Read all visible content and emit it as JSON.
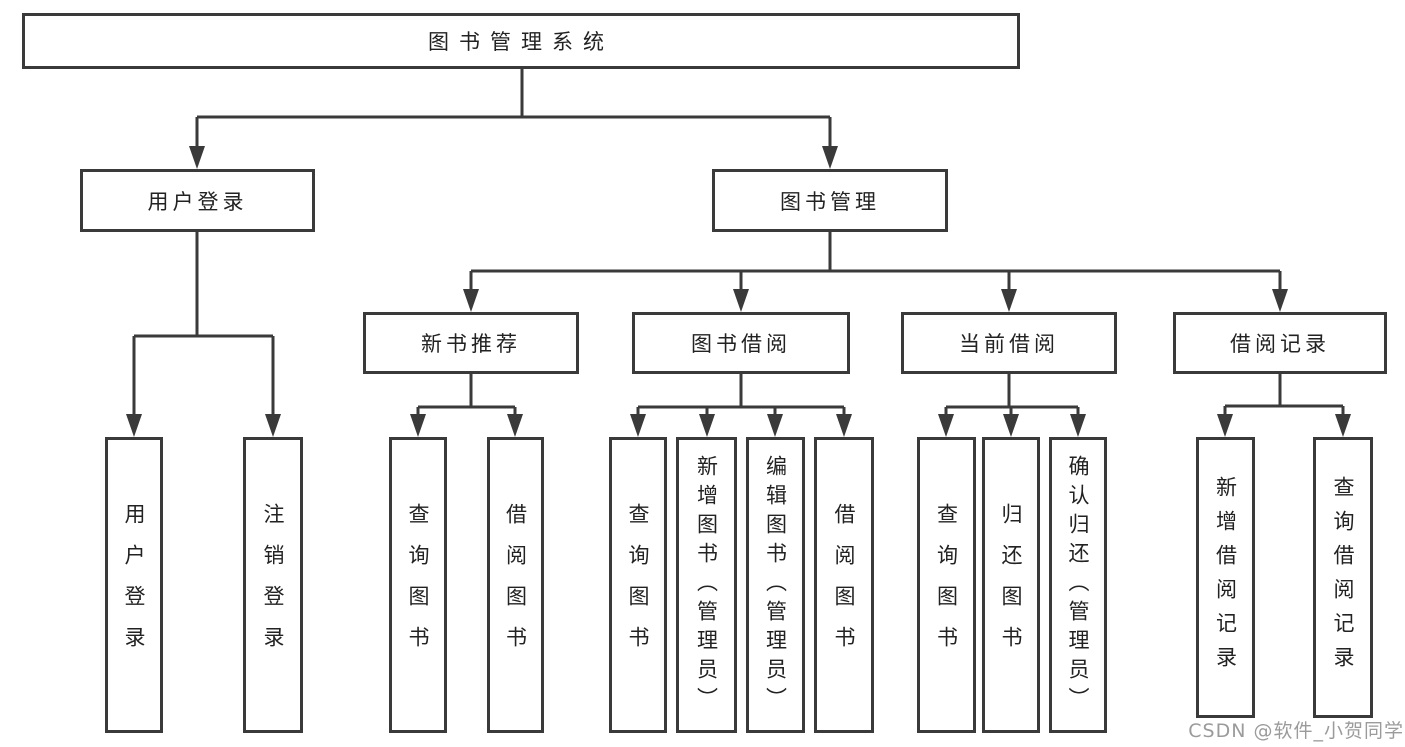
{
  "diagram": {
    "type": "hierarchy-tree",
    "colors": {
      "background": "#ffffff",
      "line": "#3a3a3a",
      "box_border": "#3a3a3a",
      "text": "#222222",
      "watermark": "#9b9b9b"
    },
    "watermark": "CSDN @软件_小贺同学",
    "nodes": {
      "root": {
        "label": "图书管理系统"
      },
      "user_login": {
        "label": "用户登录"
      },
      "book_mgmt": {
        "label": "图书管理"
      },
      "new_book_rec": {
        "label": "新书推荐"
      },
      "book_borrow": {
        "label": "图书借阅"
      },
      "current_borrow": {
        "label": "当前借阅"
      },
      "borrow_record": {
        "label": "借阅记录"
      },
      "login": {
        "label": "用户登录"
      },
      "logout": {
        "label": "注销登录"
      },
      "nbr_query": {
        "label": "查询图书"
      },
      "nbr_borrow": {
        "label": "借阅图书"
      },
      "bb_query": {
        "label": "查询图书"
      },
      "bb_add": {
        "label": "新增图书（管理员）"
      },
      "bb_edit": {
        "label": "编辑图书（管理员）"
      },
      "bb_borrow": {
        "label": "借阅图书"
      },
      "cb_query": {
        "label": "查询图书"
      },
      "cb_return": {
        "label": "归还图书"
      },
      "cb_confirm": {
        "label": "确认归还（管理员）"
      },
      "br_add": {
        "label": "新增借阅记录"
      },
      "br_query": {
        "label": "查询借阅记录"
      }
    },
    "hierarchy": {
      "root": [
        "user_login",
        "book_mgmt"
      ],
      "user_login": [
        "login",
        "logout"
      ],
      "book_mgmt": [
        "new_book_rec",
        "book_borrow",
        "current_borrow",
        "borrow_record"
      ],
      "new_book_rec": [
        "nbr_query",
        "nbr_borrow"
      ],
      "book_borrow": [
        "bb_query",
        "bb_add",
        "bb_edit",
        "bb_borrow"
      ],
      "current_borrow": [
        "cb_query",
        "cb_return",
        "cb_confirm"
      ],
      "borrow_record": [
        "br_add",
        "br_query"
      ]
    }
  }
}
